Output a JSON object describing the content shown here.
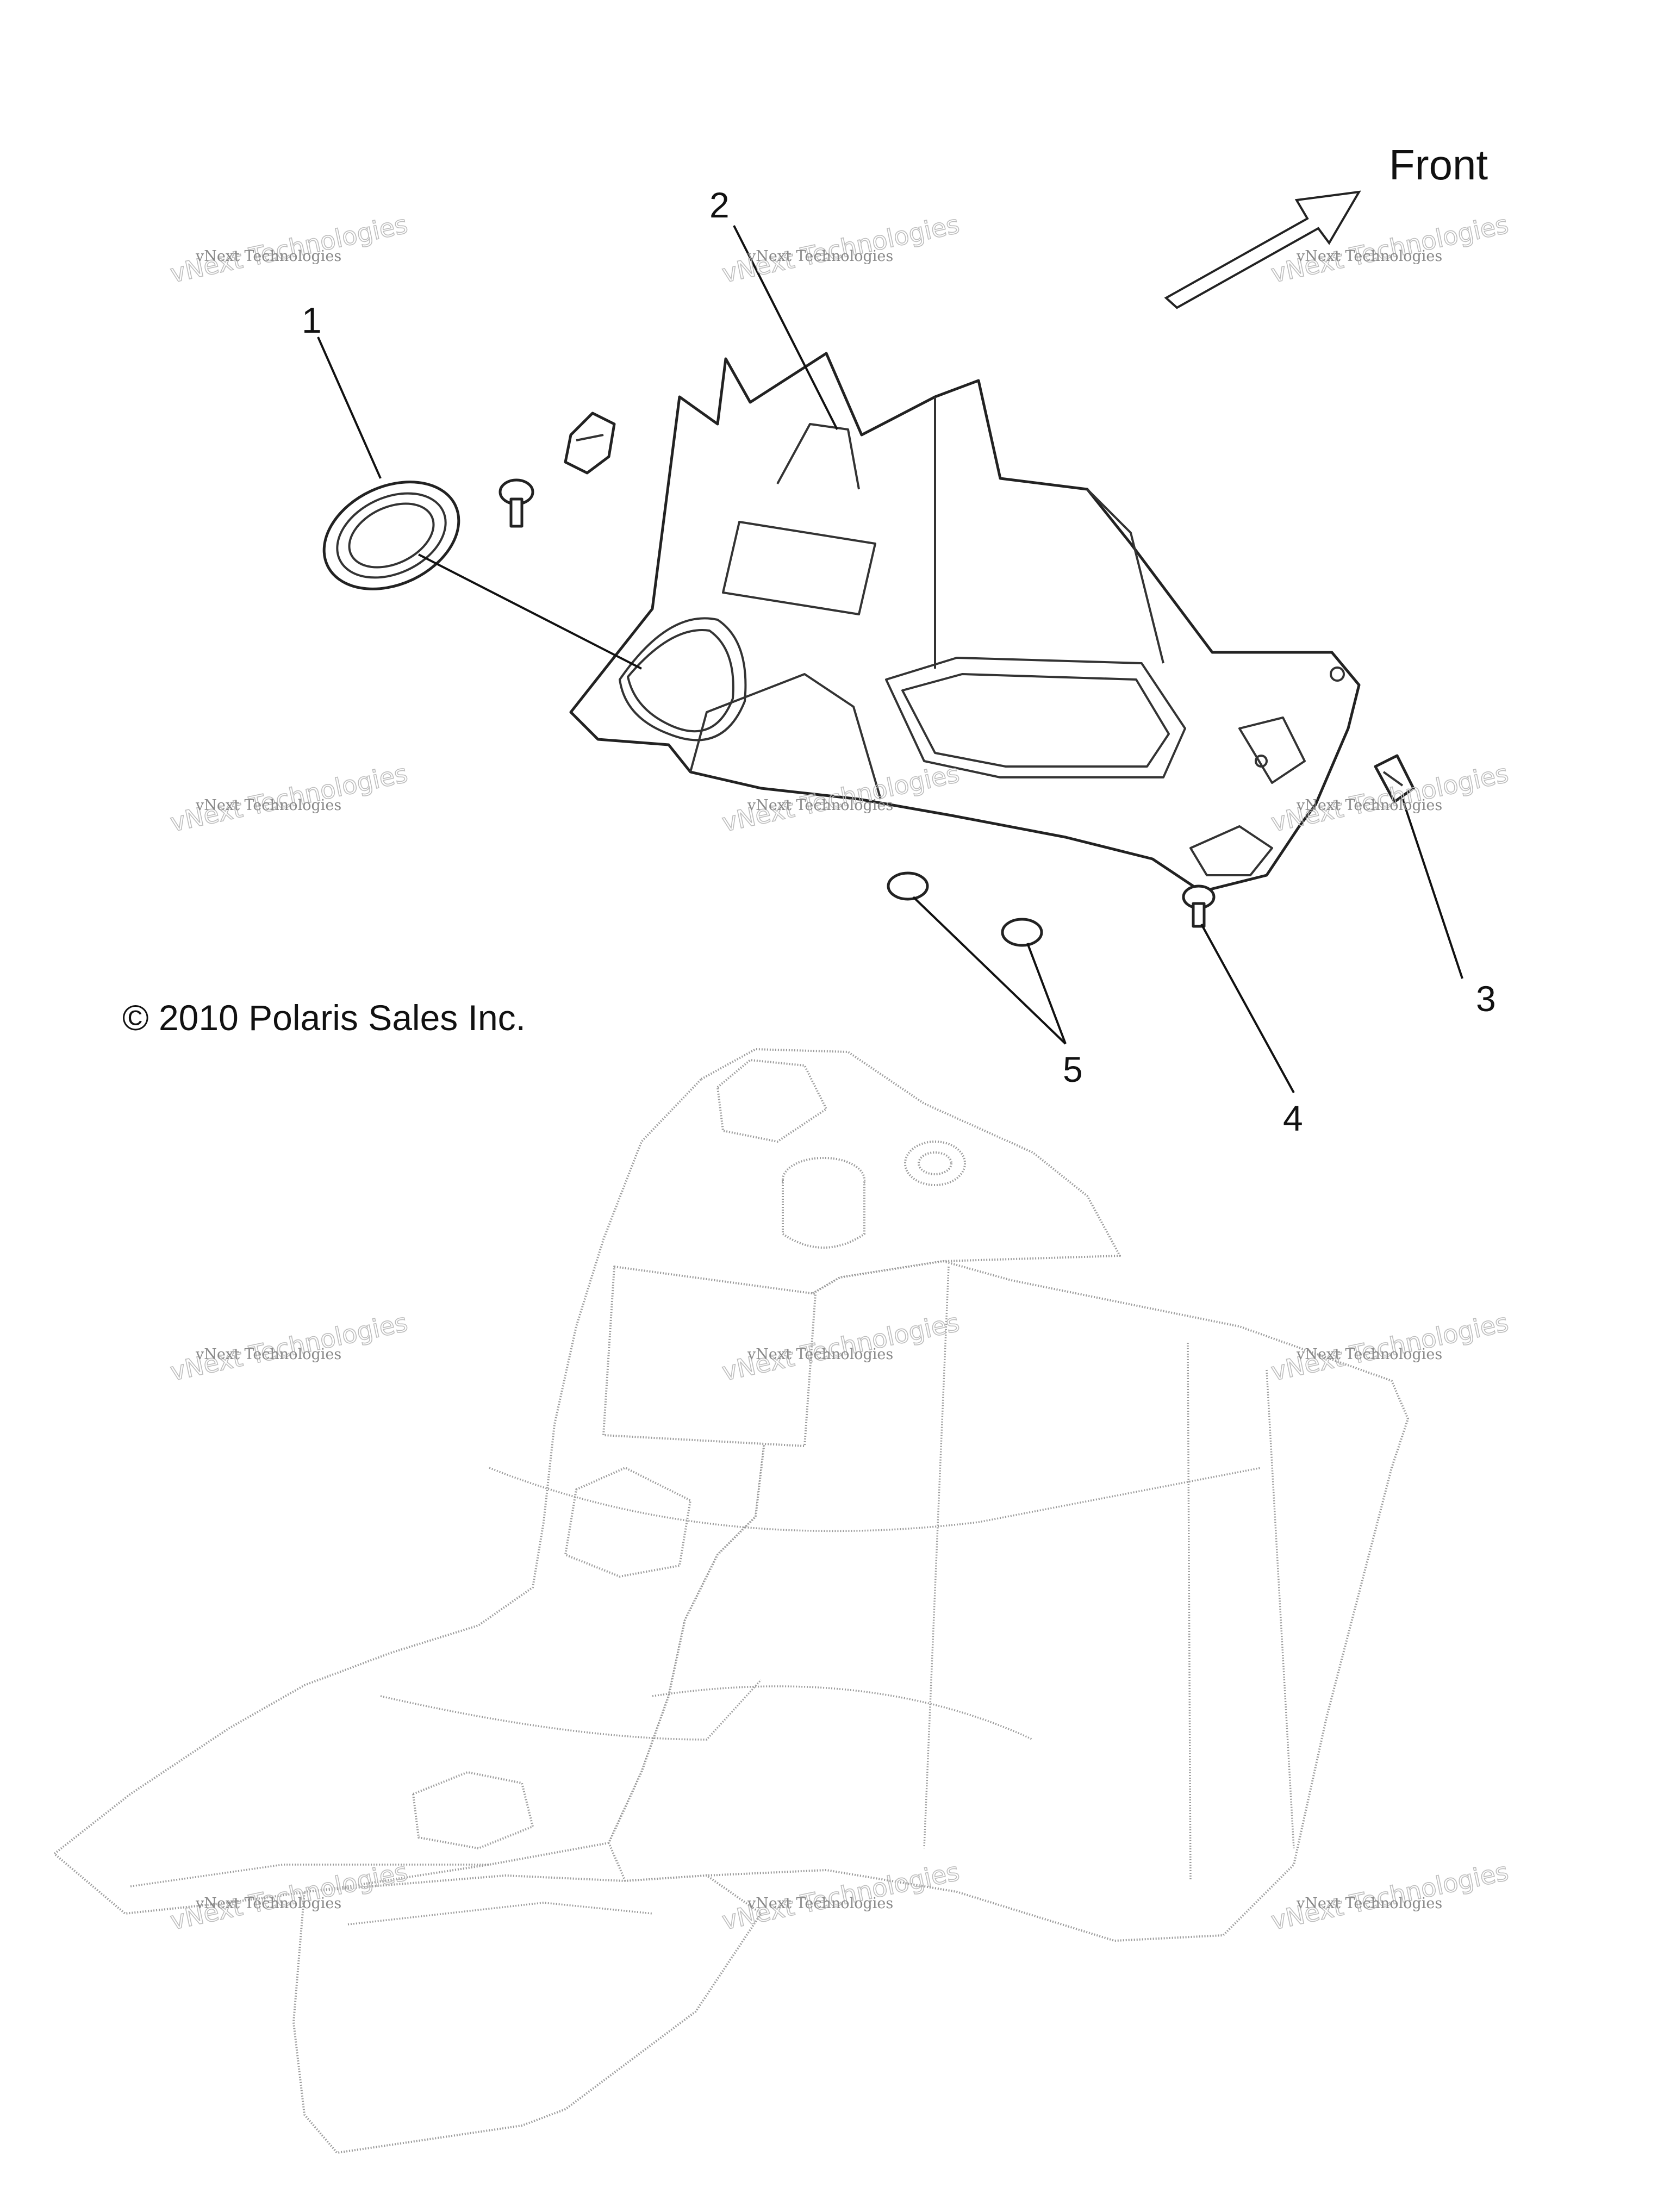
{
  "direction_label": "Front",
  "copyright": "© 2010 Polaris Sales Inc.",
  "watermark": {
    "line1": "vNext Technologies",
    "line2": "vNext Technologies"
  },
  "callouts": [
    {
      "id": "1",
      "label": "1"
    },
    {
      "id": "2",
      "label": "2"
    },
    {
      "id": "3",
      "label": "3"
    },
    {
      "id": "4",
      "label": "4"
    },
    {
      "id": "5",
      "label": "5"
    }
  ],
  "colors": {
    "ink": "#111111",
    "ghost_outline": "#9a9a9a",
    "watermark": "#888888",
    "background": "#ffffff"
  }
}
